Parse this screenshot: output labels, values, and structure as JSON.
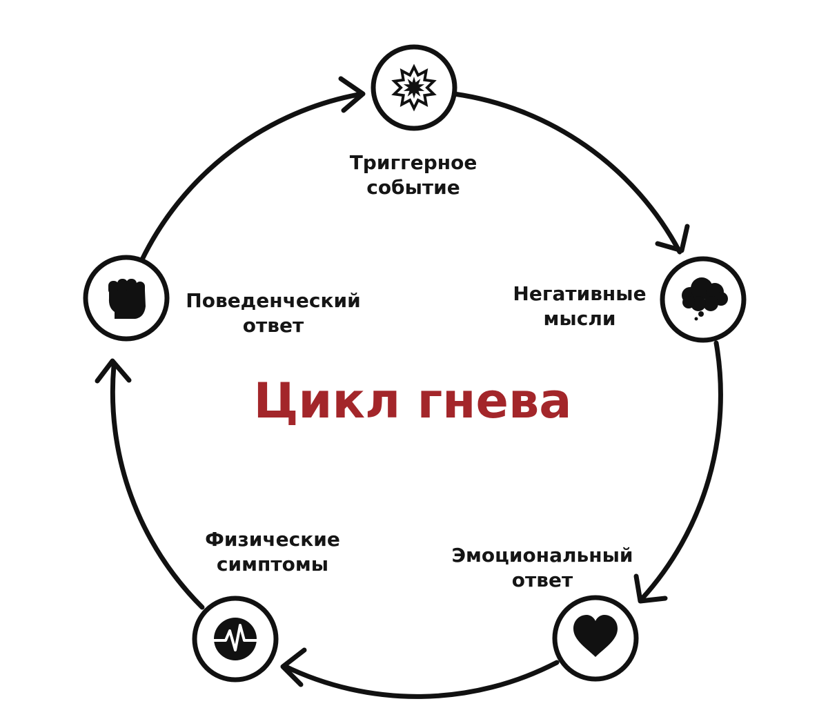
{
  "title": "Цикл гнева",
  "colors": {
    "title": "#a3262a",
    "stroke": "#111111",
    "background": "#ffffff"
  },
  "nodes": [
    {
      "id": "trigger",
      "icon": "starburst-icon",
      "label_lines": [
        "Триггерное",
        "событие"
      ]
    },
    {
      "id": "thoughts",
      "icon": "thought-cloud-icon",
      "label_lines": [
        "Негативные",
        "мысли"
      ]
    },
    {
      "id": "emotion",
      "icon": "heart-icon",
      "label_lines": [
        "Эмоциональный",
        "ответ"
      ]
    },
    {
      "id": "physical",
      "icon": "heartbeat-pulse-icon",
      "label_lines": [
        "Физические",
        "симптомы"
      ]
    },
    {
      "id": "behavior",
      "icon": "fist-icon",
      "label_lines": [
        "Поведенческий",
        "ответ"
      ]
    }
  ],
  "cycle_direction": "clockwise"
}
